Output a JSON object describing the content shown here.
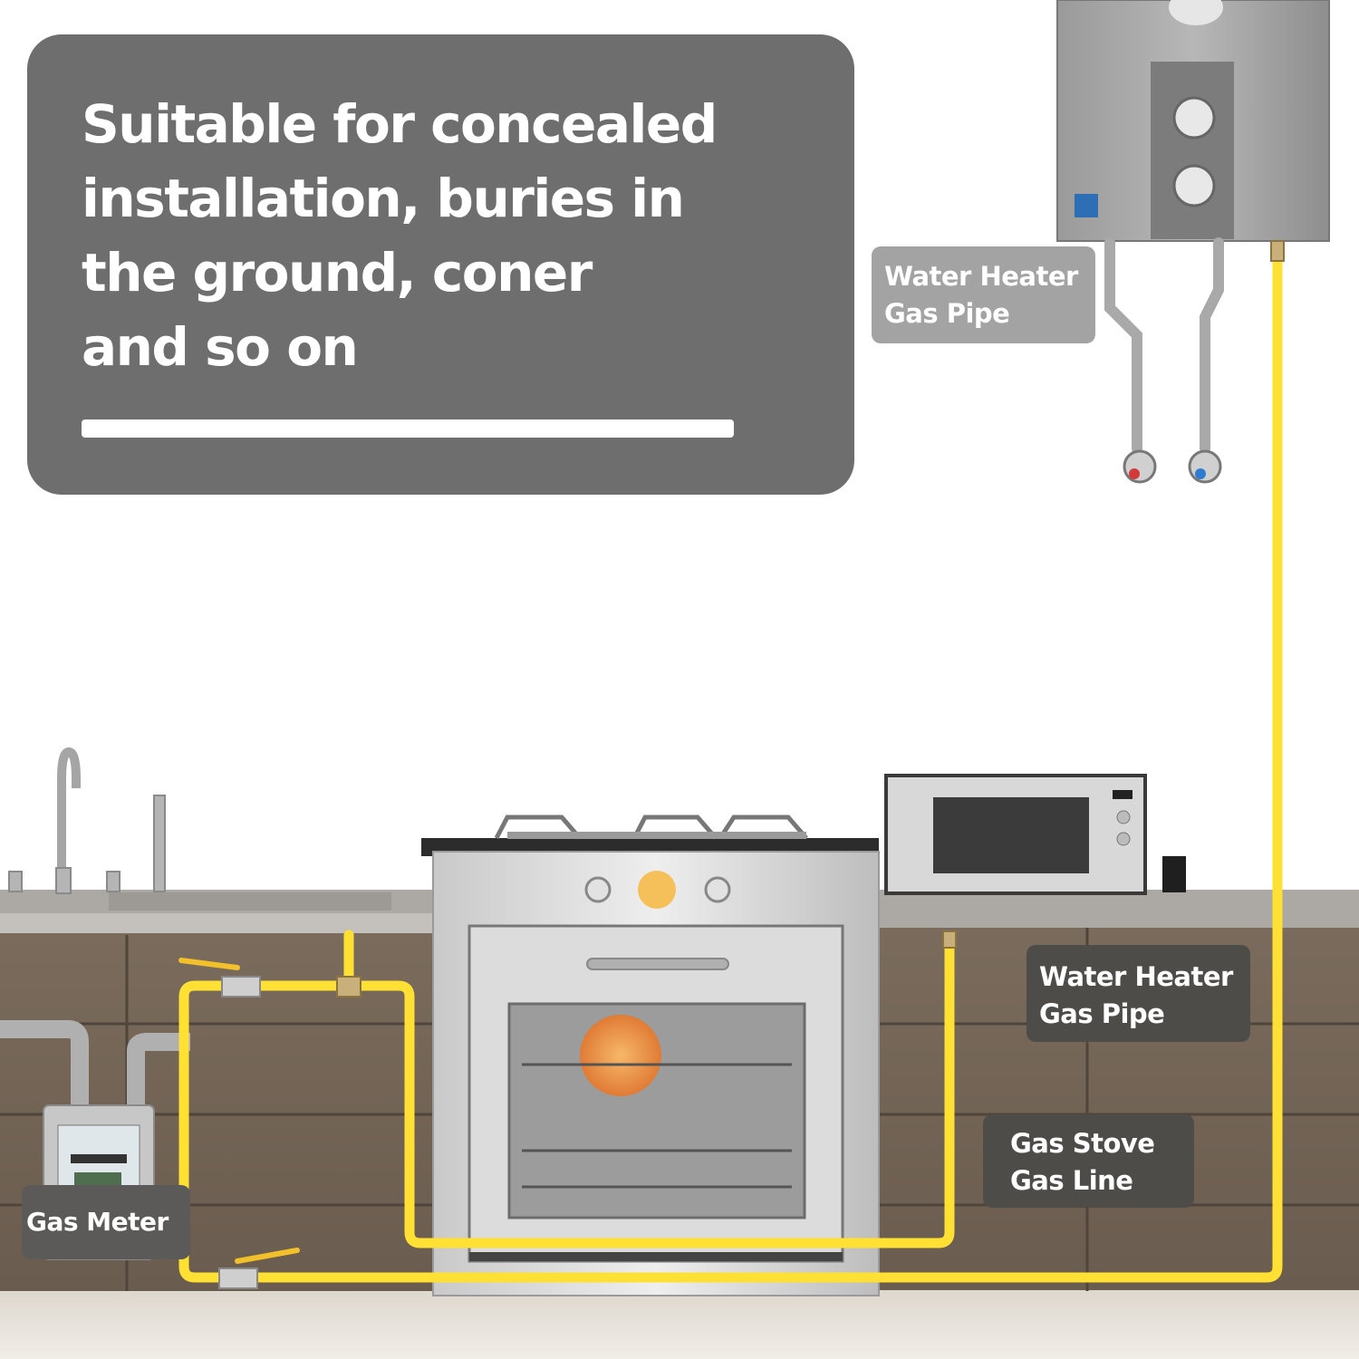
{
  "headline": {
    "text": "Suitable for concealed\ninstallation, buries in\nthe ground, coner\nand so on"
  },
  "labels": {
    "water_heater_top": "Water Heater\nGas Pipe",
    "water_heater_mid": "Water Heater\nGas Pipe",
    "gas_stove": "Gas Stove\nGas Line",
    "gas_meter": "Gas Meter"
  },
  "colors": {
    "headline_panel": "#6e6e6e",
    "gas_pipe": "#ffe033",
    "label_dark": "#4e4c49",
    "label_light": "#a3a3a3"
  }
}
